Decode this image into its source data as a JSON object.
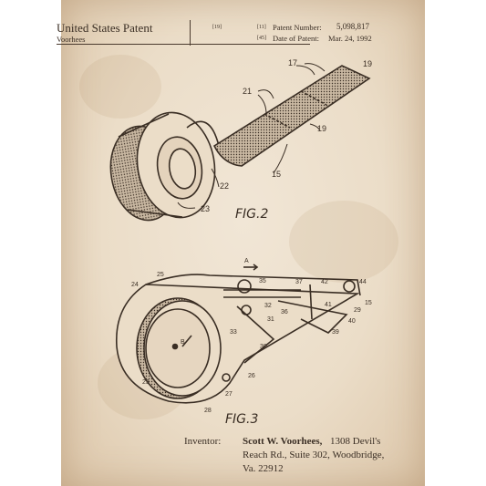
{
  "header": {
    "title": "United States Patent",
    "title_ref": "[19]",
    "inventor_surname": "Voorhees",
    "patent_number_ref": "[11]",
    "patent_number_label": "Patent Number:",
    "patent_number_value": "5,098,817",
    "date_ref": "[45]",
    "date_label": "Date of Patent:",
    "date_value": "Mar. 24, 1992"
  },
  "figures": {
    "fig2_label": "FIG.2",
    "fig3_label": "FIG.3",
    "fig2_refs": [
      "17",
      "19",
      "21",
      "19",
      "15",
      "22",
      "23"
    ],
    "fig3_refs": [
      "A",
      "24",
      "25",
      "35",
      "37",
      "42",
      "44",
      "15",
      "32",
      "31",
      "36",
      "41",
      "29",
      "40",
      "33",
      "30",
      "39",
      "B",
      "23",
      "26",
      "27",
      "28"
    ]
  },
  "inventor": {
    "label": "Inventor:",
    "name": "Scott W. Voorhees,",
    "line1_rest": "1308 Devil's",
    "line2": "Reach Rd., Suite 302, Woodbridge,",
    "line3": "Va. 22912"
  },
  "colors": {
    "paper": "#ede0cc",
    "ink": "#3a2e24"
  }
}
